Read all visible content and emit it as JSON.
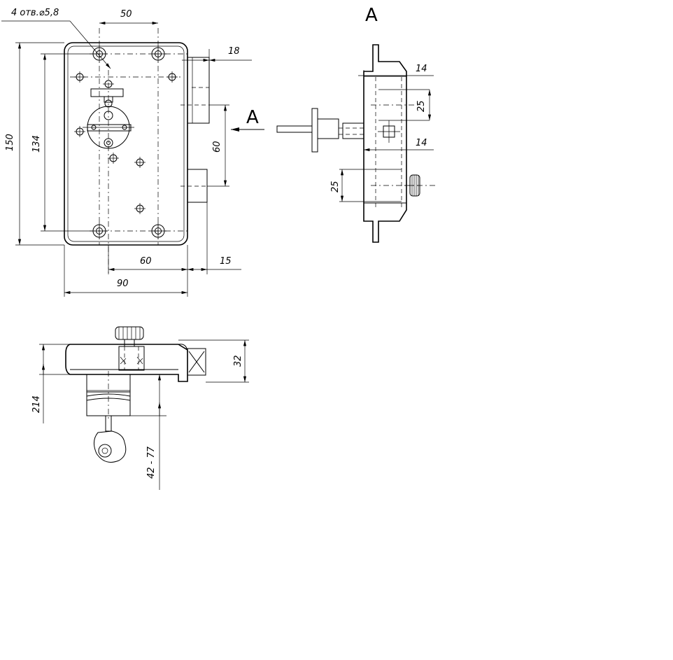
{
  "colors": {
    "line": "#000000",
    "background": "#ffffff"
  },
  "front_view": {
    "hole_note": "4 отв.⌀5,8",
    "dims": {
      "hole_spacing_h": "50",
      "bolt_offset": "18",
      "overall_height": "150",
      "hole_spacing_v": "134",
      "bolt_spacing": "60",
      "backset": "60",
      "bolt_projection": "15",
      "overall_width": "90"
    },
    "section_marker": "А"
  },
  "view_a": {
    "title": "А",
    "dims": {
      "top_width": "14",
      "bolt_height_top": "25",
      "bottom_width": "14",
      "bolt_height_bottom": "25"
    }
  },
  "side_view": {
    "dims": {
      "depth": "32",
      "total_depth": "214",
      "door_thickness_range": "42 - 77"
    }
  }
}
